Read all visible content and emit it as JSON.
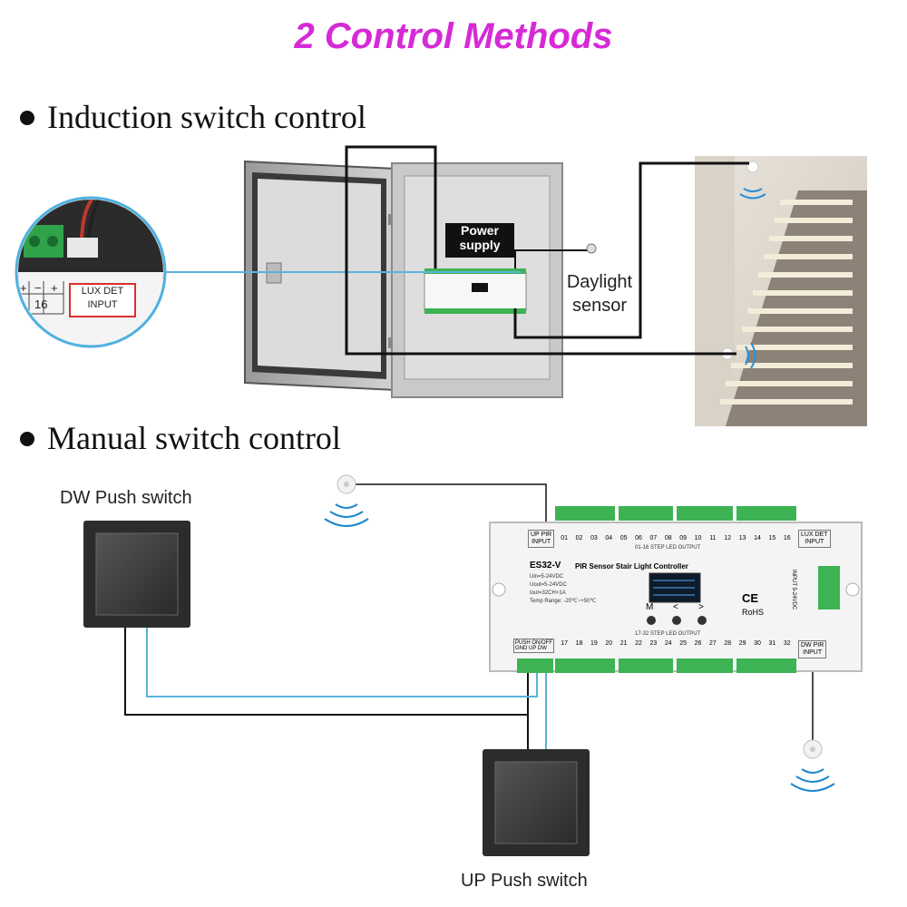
{
  "title": "2 Control Methods",
  "sections": {
    "induction": "Induction switch control",
    "manual": "Manual switch control"
  },
  "induction_diagram": {
    "power_supply": "Power supply",
    "daylight_sensor": "Daylight sensor",
    "zoom_terminal": {
      "pins": [
        "+",
        "−",
        "+"
      ],
      "channel": "16",
      "lux_label_line1": "LUX DET",
      "lux_label_line2": "INPUT"
    }
  },
  "manual_diagram": {
    "dw_switch": "DW Push switch",
    "up_switch": "UP Push switch",
    "controller": {
      "model": "ES32-V",
      "name": "PIR Sensor Stair Light Controller",
      "specs": [
        "Uin=5-24VDC",
        "Uout=5-24VDC",
        "Iout=32CH×1A",
        "Temp Range: -20℃~+50℃"
      ],
      "up_pir_input": [
        "UP PIR",
        "INPUT"
      ],
      "lux_det_input": [
        "LUX DET",
        "INPUT"
      ],
      "dw_pir_input": [
        "DW PIR",
        "INPUT"
      ],
      "push_on_off": "PUSH ON/OFF",
      "push_pins": [
        "GND",
        "UP",
        "DW"
      ],
      "top_channels": [
        "01",
        "02",
        "03",
        "04",
        "05",
        "06",
        "07",
        "08",
        "09",
        "10",
        "11",
        "12",
        "13",
        "14",
        "15",
        "16"
      ],
      "bottom_channels": [
        "17",
        "18",
        "19",
        "20",
        "21",
        "22",
        "23",
        "24",
        "25",
        "26",
        "27",
        "28",
        "29",
        "30",
        "31",
        "32"
      ],
      "top_output_label": "01-16 STEP LED OUTPUT",
      "bottom_output_label": "17-32 STEP LED OUTPUT",
      "side_input_label": "INPUT 5-24VDC",
      "buttons": [
        "M",
        "<",
        ">"
      ],
      "marks": [
        "CE",
        "RoHS"
      ]
    }
  },
  "colors": {
    "title": "#d62ad6",
    "wire_blue": "#5ab4dc",
    "wire_black": "#111111",
    "terminal_green": "#3db354",
    "lux_red": "#d9302c"
  }
}
